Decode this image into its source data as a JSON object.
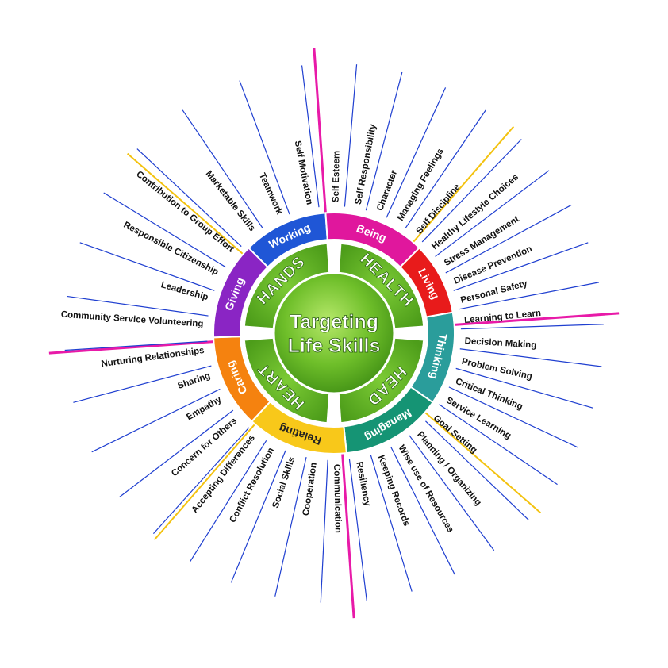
{
  "center": {
    "title_line1": "Targeting",
    "title_line2": "Life Skills"
  },
  "quadrants": [
    {
      "name": "HEAD",
      "color": "#5aa821"
    },
    {
      "name": "HEART",
      "color": "#5aa821"
    },
    {
      "name": "HANDS",
      "color": "#5aa821"
    },
    {
      "name": "HEALTH",
      "color": "#5aa821"
    }
  ],
  "sections": [
    {
      "label": "Thinking",
      "color": "#2a9d9b",
      "skills": [
        "Learning to Learn",
        "Decision Making",
        "Problem Solving",
        "Critical Thinking",
        "Service Learning"
      ]
    },
    {
      "label": "Managing",
      "color": "#159474",
      "skills": [
        "Goal Setting",
        "Planning / Organizing",
        "Wise use of Resources",
        "Keeping Records",
        "Resiliency"
      ]
    },
    {
      "label": "Relating",
      "color": "#f8c81a",
      "skills": [
        "Communication",
        "Cooperation",
        "Social Skills",
        "Conflict Resolution",
        "Accepting Differences"
      ]
    },
    {
      "label": "Caring",
      "color": "#f5820f",
      "skills": [
        "Concern for Others",
        "Empathy",
        "Sharing",
        "Nurturing Relationships"
      ]
    },
    {
      "label": "Giving",
      "color": "#8a25c4",
      "skills": [
        "Community Service Volunteering",
        "Leadership",
        "Responsible Citizenship",
        "Contribution to Group Effort"
      ]
    },
    {
      "label": "Working",
      "color": "#1f56d6",
      "skills": [
        "Marketable Skills",
        "Teamwork",
        "Self Motivation"
      ]
    },
    {
      "label": "Being",
      "color": "#e0179d",
      "skills": [
        "Self Esteem",
        "Self Responsibility",
        "Character",
        "Managing Feelings",
        "Self Discipline"
      ]
    },
    {
      "label": "Living",
      "color": "#e81b1b",
      "skills": [
        "Healthy Lifestyle Choices",
        "Stress Management",
        "Disease Prevention",
        "Personal Safety"
      ]
    }
  ],
  "colors": {
    "skill_ray": "#1f3fd0",
    "quadrant_ray": "#e81aa8",
    "section_ray": "#f3c20f"
  }
}
